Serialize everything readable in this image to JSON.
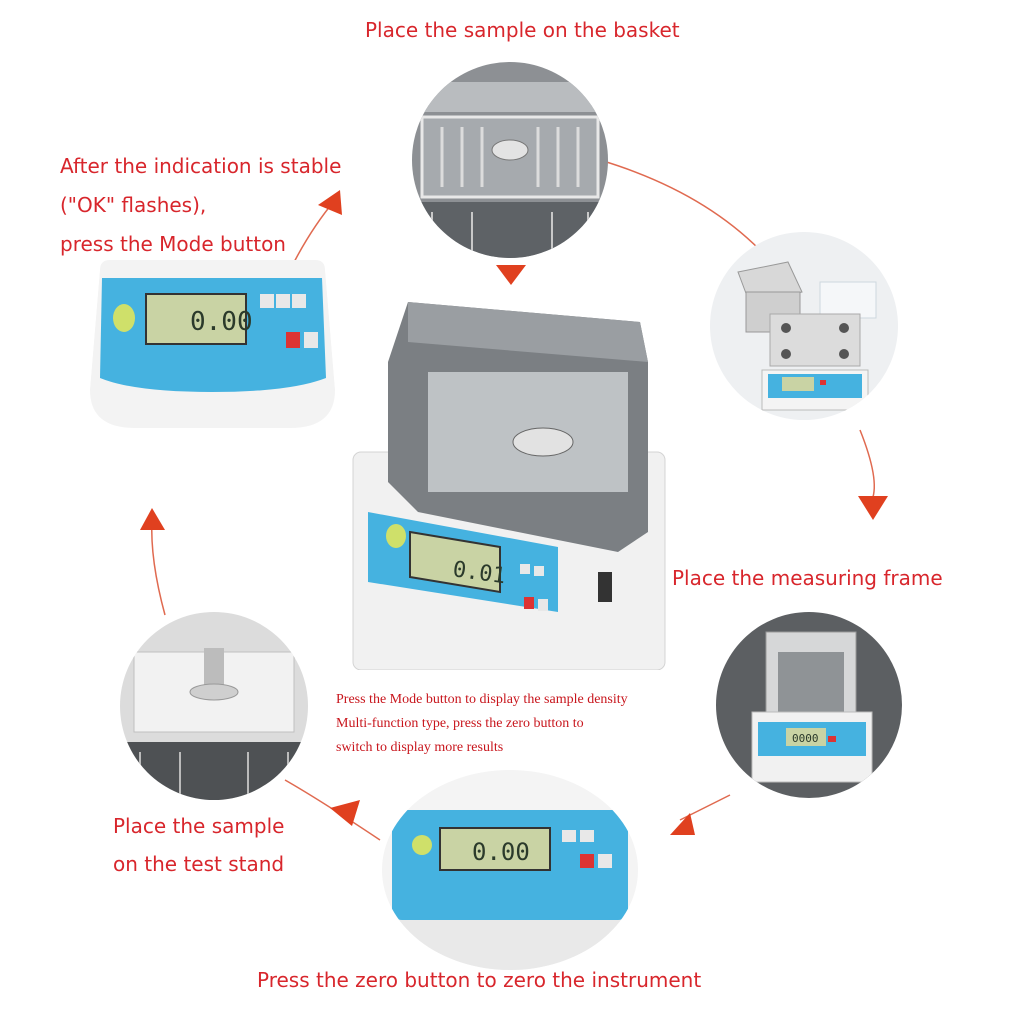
{
  "labels": {
    "basket": "Place the sample on the basket",
    "stable_line1": "After the indication is stable",
    "stable_line2": "(\"OK\" flashes),",
    "stable_line3": "press the Mode button",
    "frame": "Place the measuring frame",
    "stand_line1": "Place the sample",
    "stand_line2": "on the test stand",
    "zero": "Press the zero button to zero the instrument"
  },
  "note": {
    "line1": "Press the Mode button to display the sample density",
    "line2": "Multi-function type, press the zero button to",
    "line3": "switch to display more results"
  },
  "displays": {
    "left_reading": "0.00",
    "center_reading": "0.01",
    "right_reading": "0000",
    "bottom_reading": "0.00"
  },
  "colors": {
    "accent": "#d8262c",
    "panel_blue": "#45b2e0",
    "lcd": "#c9d3a4"
  },
  "icons": [
    "arrow-triangle-icon",
    "power-led-icon"
  ]
}
